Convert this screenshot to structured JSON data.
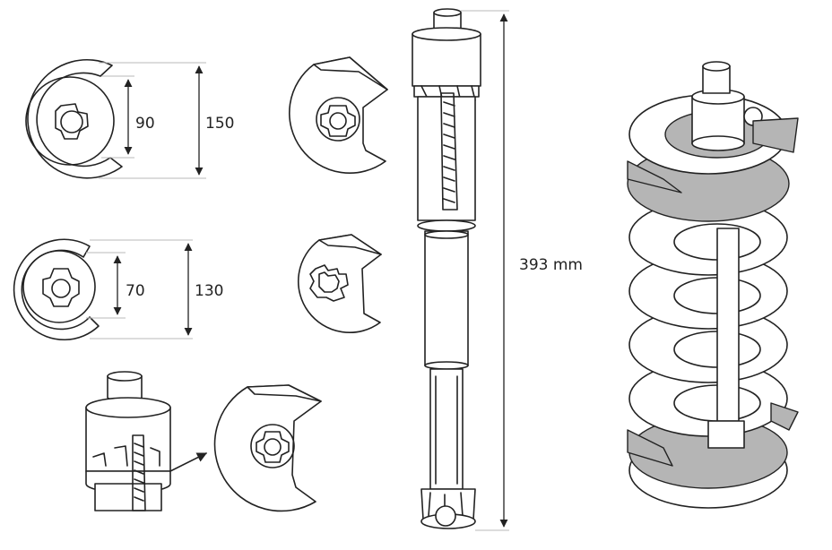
{
  "dimensions": {
    "plate1_inner": "90",
    "plate1_outer": "150",
    "plate2_inner": "70",
    "plate2_outer": "130",
    "tool_length": "393 mm"
  },
  "colors": {
    "line": "#222222",
    "fill_grey": "#b5b5b5",
    "dimension_guide": "#b8b8b8"
  }
}
